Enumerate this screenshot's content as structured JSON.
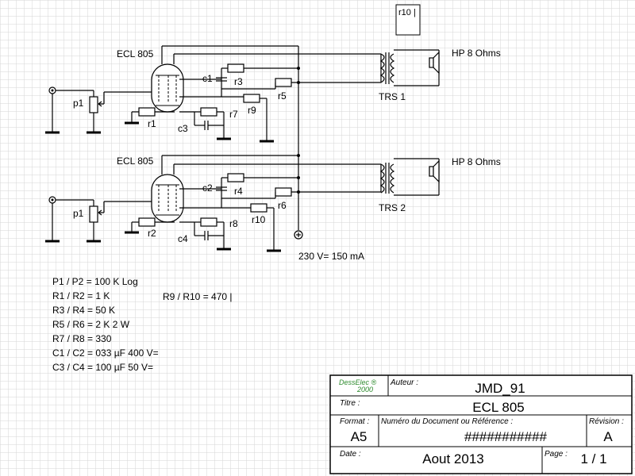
{
  "top_box_label": "r10 |",
  "stage1": {
    "tube_label": "ECL 805",
    "pot_label": "p1",
    "c_top_label": "c1",
    "c_bot_label": "c3",
    "r_top_label": "r3",
    "r_mid_label": "r5",
    "r_cath_label": "r1",
    "r_bias_label": "r7",
    "r_fb_label": "r9",
    "transformer_label": "TRS 1",
    "speaker_label": "HP 8 Ohms"
  },
  "stage2": {
    "tube_label": "ECL 805",
    "pot_label": "p1",
    "c_top_label": "c2",
    "c_bot_label": "c4",
    "r_top_label": "r4",
    "r_mid_label": "r6",
    "r_cath_label": "r2",
    "r_bias_label": "r8",
    "r_fb_label": "r10",
    "transformer_label": "TRS 2",
    "speaker_label": "HP 8 Ohms"
  },
  "supply_label": "230 V= 150 mA",
  "parts_list": [
    "P1 / P2 = 100 K Log",
    "R1 / R2 = 1 K",
    "R3 / R4 = 50 K",
    "R5 / R6 = 2 K 2 W",
    "R7 / R8 = 330",
    "C1 / C2 = 033 µF 400 V=",
    "C3 / C4 = 100 µF 50 V="
  ],
  "parts_list_extra": "R9 / R10 = 470 |",
  "title_block": {
    "logo_line1": "DessElec ®",
    "logo_line2": "2000",
    "author_caption": "Auteur :",
    "author": "JMD_91",
    "title_caption": "Titre :",
    "title": "ECL 805",
    "format_caption": "Format :",
    "format": "A5",
    "docnum_caption": "Numéro du Document ou Référence :",
    "docnum": "###########",
    "revision_caption": "Révision :",
    "revision": "A",
    "date_caption": "Date :",
    "date": "Aout 2013",
    "page_caption": "Page :",
    "page": "1 / 1"
  },
  "colors": {
    "grid": "#d8d8d8",
    "ink": "#000000",
    "logo": "#2e8b2e"
  }
}
